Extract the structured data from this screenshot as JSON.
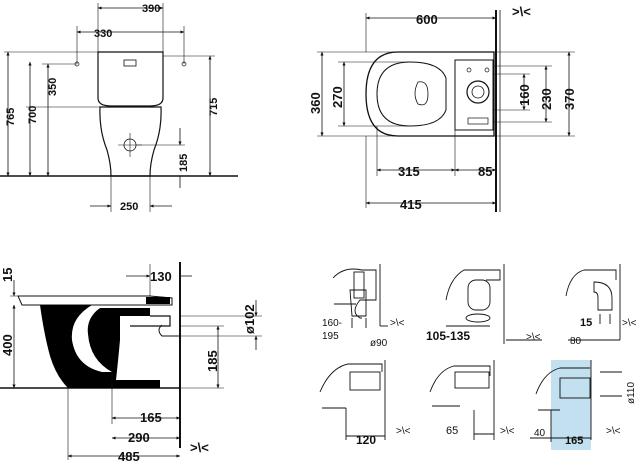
{
  "views": {
    "front": {
      "dims": {
        "d390": "390",
        "d330": "330",
        "d350": "350",
        "d765": "765",
        "d700": "700",
        "d715": "715",
        "d185": "185",
        "d250": "250"
      }
    },
    "top": {
      "dims": {
        "d600": "600",
        "d360": "360",
        "d270": "270",
        "d160": "160",
        "d230": "230",
        "d370": "370",
        "d315": "315",
        "d85": "85",
        "d415": "415"
      },
      "wall_symbol": ">\\<"
    },
    "section": {
      "dims": {
        "d15": "15",
        "d130": "130",
        "d400": "400",
        "dia102": "ø102",
        "d185": "185",
        "d165": "165",
        "d290": "290",
        "d485": "485"
      },
      "wall_symbol": ">\\<"
    },
    "installations": [
      {
        "id": "i1",
        "labels": [
          "160-",
          "195",
          "ø90"
        ],
        "wall_symbol": ">\\<"
      },
      {
        "id": "i2",
        "labels": [
          "105-135"
        ],
        "wall_symbol": ">\\<"
      },
      {
        "id": "i3",
        "labels": [
          "15",
          "80"
        ],
        "wall_symbol": ">\\<"
      },
      {
        "id": "i4",
        "labels": [
          "120"
        ],
        "wall_symbol": ">\\<"
      },
      {
        "id": "i5",
        "labels": [
          "65"
        ],
        "wall_symbol": ">\\<"
      },
      {
        "id": "i6",
        "labels": [
          "40",
          "165",
          "ø110"
        ],
        "wall_symbol": ">\\<"
      }
    ]
  },
  "colors": {
    "line": "#111111",
    "highlight": "#a9d3ea",
    "fill_black": "#000000"
  }
}
